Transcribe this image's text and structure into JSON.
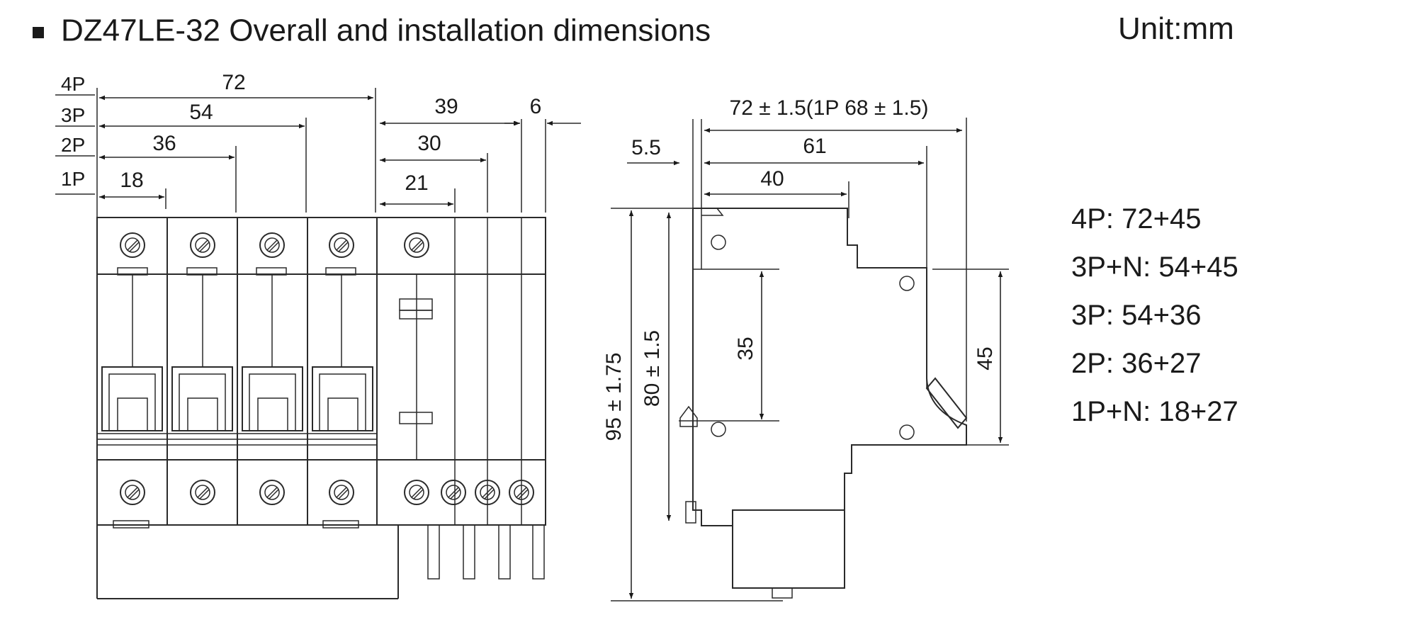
{
  "header": {
    "title": "DZ47LE-32 Overall and installation dimensions",
    "unit": "Unit:mm"
  },
  "front_view": {
    "pole_labels": [
      "4P",
      "3P",
      "2P",
      "1P"
    ],
    "width_dims": [
      "72",
      "54",
      "36",
      "18"
    ],
    "leakage_dims": [
      "39",
      "30",
      "21"
    ],
    "side_dim": "6"
  },
  "side_view": {
    "top_dims": [
      "72 ± 1.5(1P  68 ± 1.5)",
      "61",
      "40"
    ],
    "left_offset": "5.5",
    "heights": [
      "95 ± 1.75",
      "80 ± 1.5",
      "35",
      "45"
    ]
  },
  "combinations": [
    "4P: 72+45",
    "3P+N: 54+45",
    "3P: 54+36",
    "2P: 36+27",
    "1P+N: 18+27"
  ]
}
